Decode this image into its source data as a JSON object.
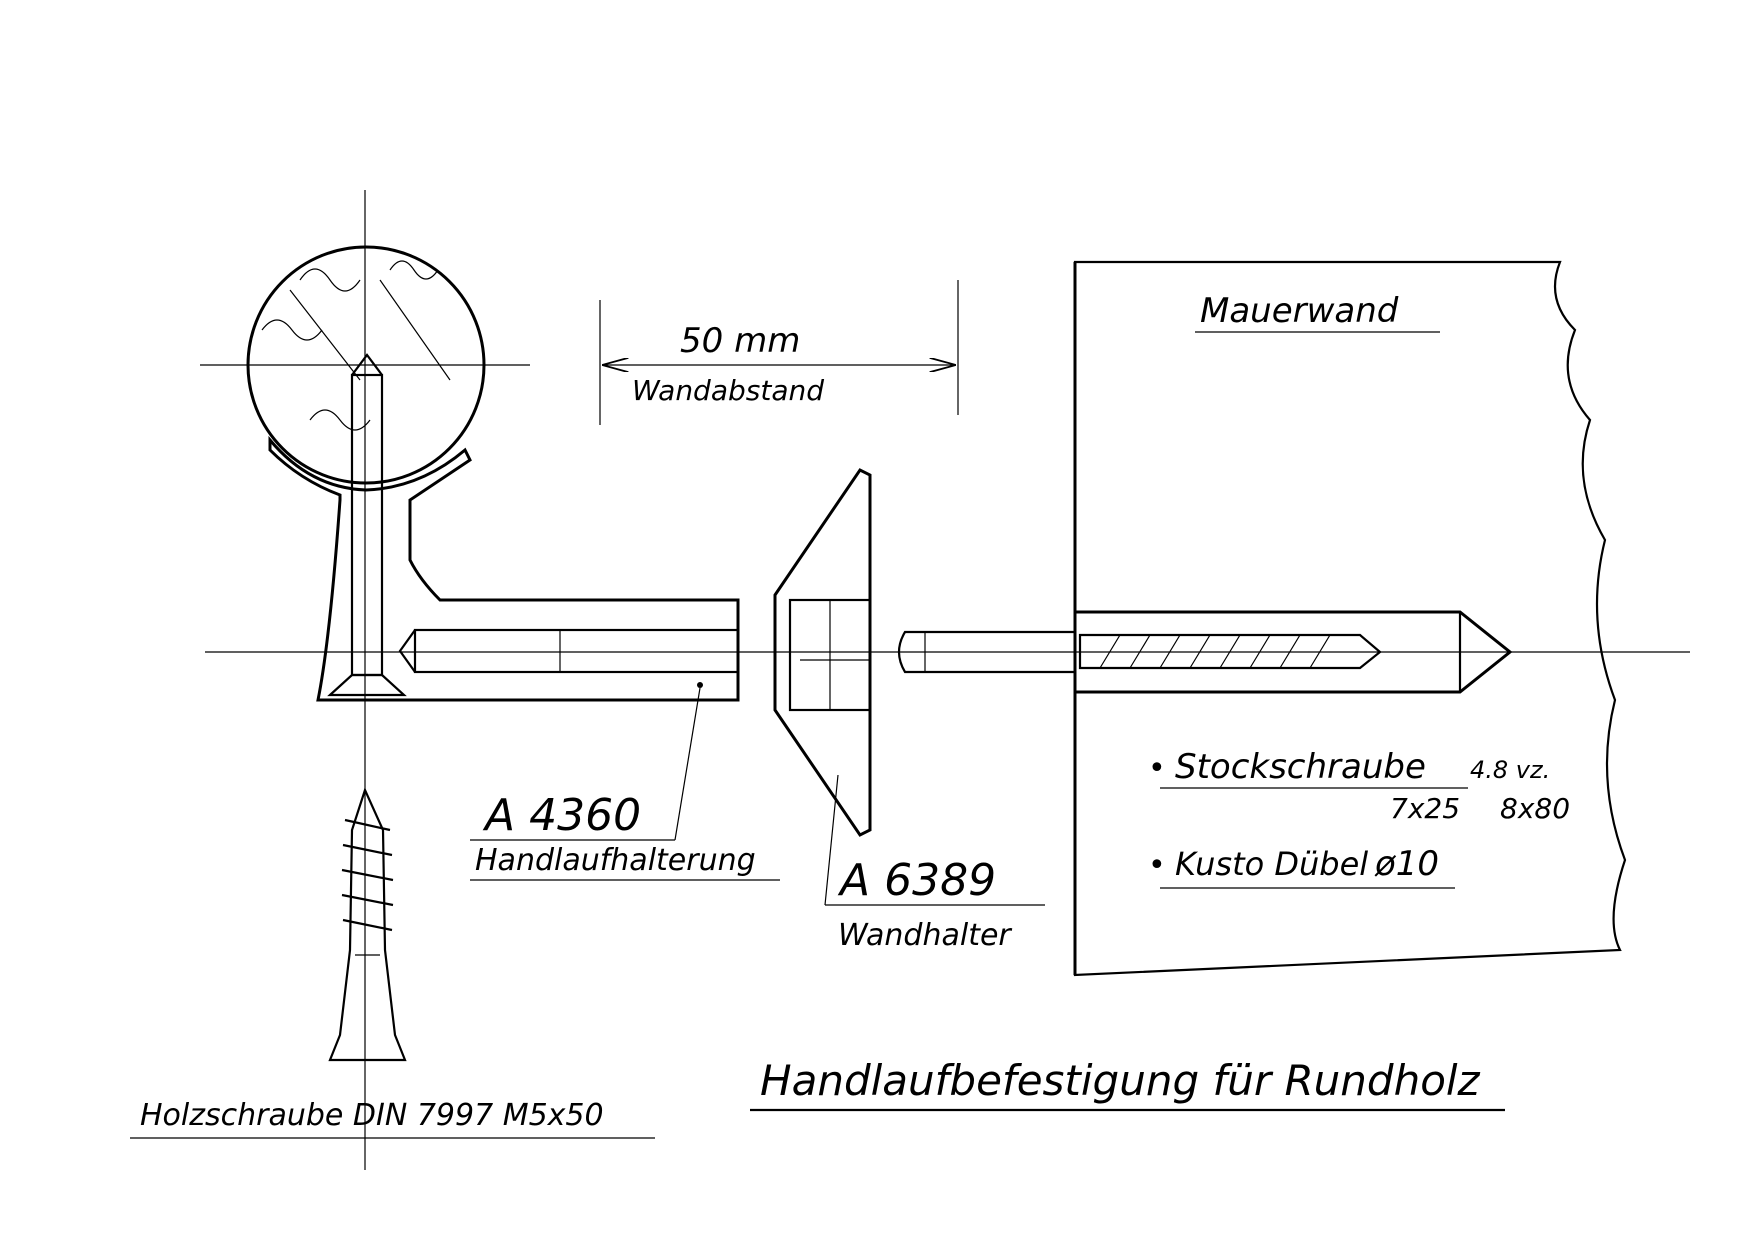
{
  "dimension": {
    "value": "50 mm",
    "label": "Wandabstand"
  },
  "wall": {
    "label": "Mauerwand"
  },
  "parts": {
    "a4360": {
      "number": "A 4360",
      "name": "Handlaufhalterung"
    },
    "a6389": {
      "number": "A 6389",
      "name": "Wandhalter"
    }
  },
  "specs": {
    "stockschraube": {
      "bullet": "•",
      "name": "Stockschraube",
      "grade": "4.8 vz.",
      "size1": "7x25",
      "size2": "8x80"
    },
    "duebel": {
      "bullet": "•",
      "name": "Kusto Dübel",
      "size": "ø10"
    }
  },
  "wood_screw": {
    "label": "Holzschraube DIN 7997  M5x50"
  },
  "title": "Handlaufbefestigung für Rundholz"
}
